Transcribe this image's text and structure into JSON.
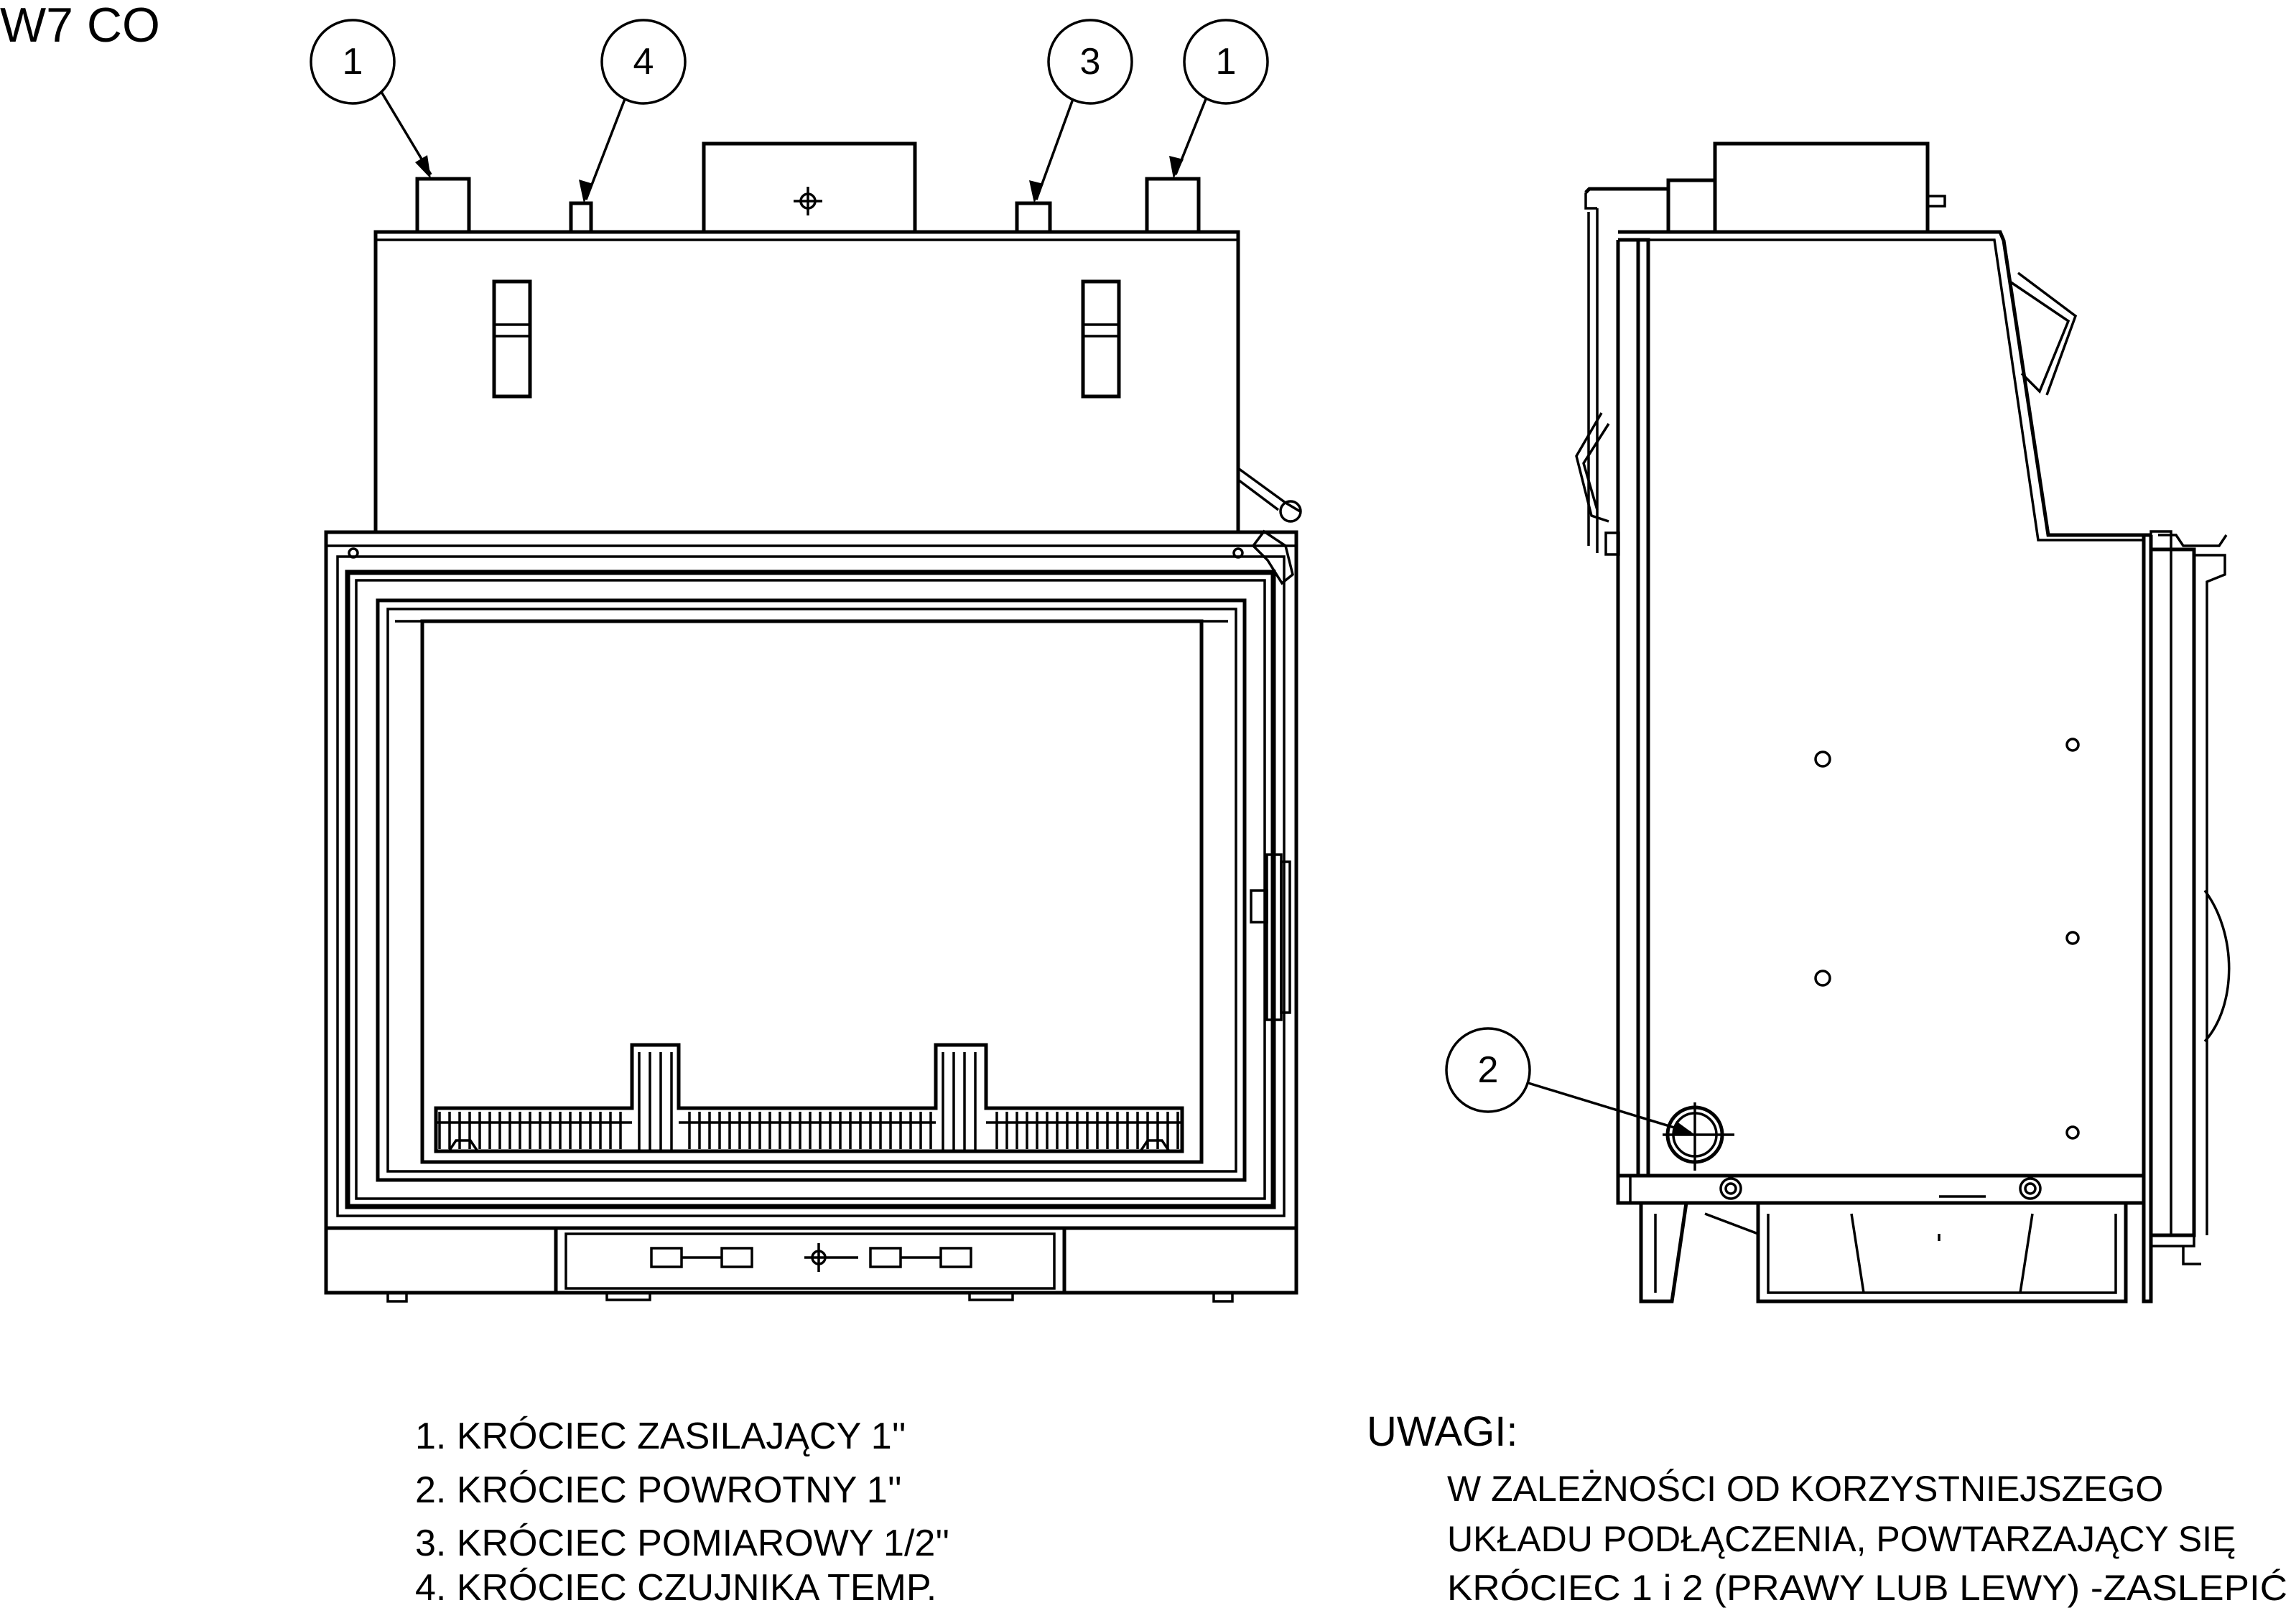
{
  "title": "W7 CO",
  "callouts": {
    "front_left": "1",
    "front_sensor": "4",
    "front_measure": "3",
    "front_right": "1",
    "side_return": "2"
  },
  "legend": [
    "1. KRÓCIEC ZASILAJĄCY 1''",
    "2. KRÓCIEC POWROTNY 1''",
    "3. KRÓCIEC POMIAROWY 1/2''",
    "4. KRÓCIEC CZUJNIKA TEMP."
  ],
  "notes": {
    "heading": "UWAGI:",
    "lines": [
      "W ZALEŻNOŚCI OD KORZYSTNIEJSZEGO",
      "UKŁADU PODŁĄCZENIA, POWTARZAJĄCY SIĘ",
      "KRÓCIEC 1 i  2 (PRAWY LUB LEWY) -ZASLEPIĆ"
    ]
  }
}
